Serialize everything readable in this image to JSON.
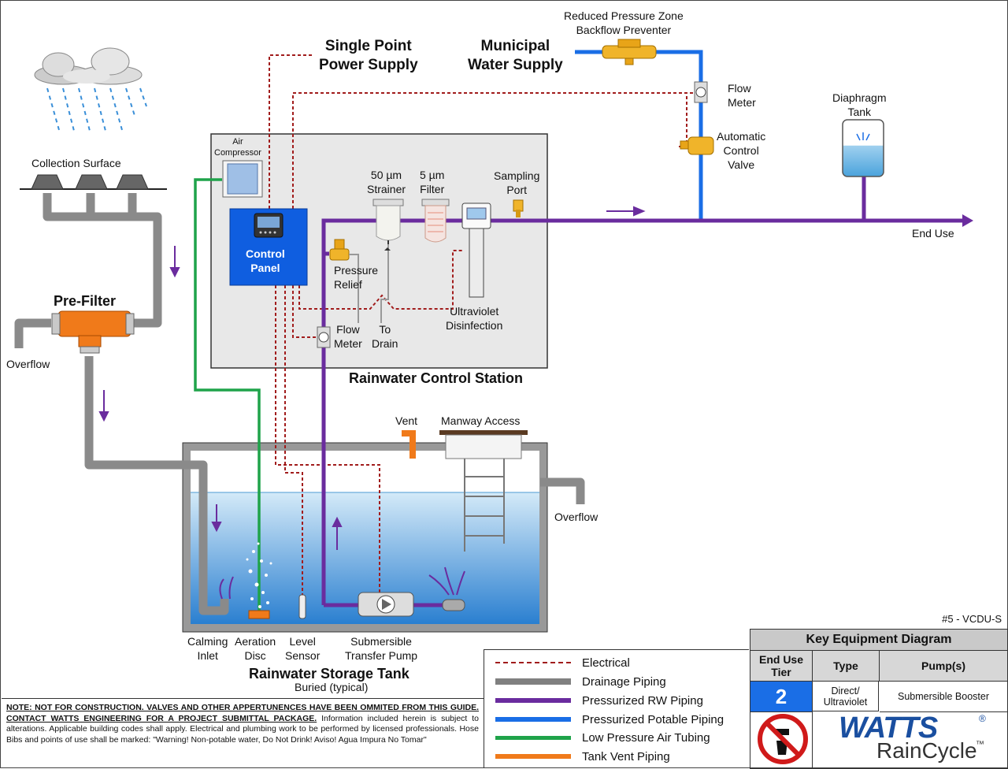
{
  "diagram_code": "#5 - VCDU-S",
  "labels": {
    "collection_surface": "Collection Surface",
    "pre_filter": "Pre-Filter",
    "overflow_left": "Overflow",
    "single_point_power_line1": "Single Point",
    "single_point_power_line2": "Power Supply",
    "municipal_line1": "Municipal",
    "municipal_line2": "Water Supply",
    "rpz_line1": "Reduced Pressure Zone",
    "rpz_line2": "Backflow Preventer",
    "flow_meter_top_line1": "Flow",
    "flow_meter_top_line2": "Meter",
    "auto_valve_line1": "Automatic",
    "auto_valve_line2": "Control",
    "auto_valve_line3": "Valve",
    "diaphragm_line1": "Diaphragm",
    "diaphragm_line2": "Tank",
    "end_use": "End Use",
    "air_compressor_line1": "Air",
    "air_compressor_line2": "Compressor",
    "control_panel_line1": "Control",
    "control_panel_line2": "Panel",
    "strainer_line1": "50 µm",
    "strainer_line2": "Strainer",
    "filter_line1": "5 µm",
    "filter_line2": "Filter",
    "sampling_line1": "Sampling",
    "sampling_line2": "Port",
    "pressure_relief_line1": "Pressure",
    "pressure_relief_line2": "Relief",
    "to_drain_line1": "To",
    "to_drain_line2": "Drain",
    "uv_line1": "Ultraviolet",
    "uv_line2": "Disinfection",
    "flow_meter_station_line1": "Flow",
    "flow_meter_station_line2": "Meter",
    "control_station": "Rainwater Control Station",
    "vent": "Vent",
    "manway": "Manway Access",
    "overflow_right": "Overflow",
    "calming_line1": "Calming",
    "calming_line2": "Inlet",
    "aeration_line1": "Aeration",
    "aeration_line2": "Disc",
    "level_line1": "Level",
    "level_line2": "Sensor",
    "pump_line1": "Submersible",
    "pump_line2": "Transfer Pump",
    "storage_tank": "Rainwater Storage Tank",
    "buried": "Buried (typical)"
  },
  "note": {
    "bold": "NOTE: NOT FOR CONSTRUCTION.  VALVES AND OTHER APPERTUNENCES HAVE BEEN OMMITED FROM THIS GUIDE.  CONTACT WATTS ENGINEERING FOR A PROJECT SUBMITTAL PACKAGE.",
    "text": " Information included herein is subject to alterations.  Applicable building codes shall apply. Electrical and plumbing work to be performed by licensed professionals. Hose Bibs and points of use shall be marked: \"Warning! Non-potable water, Do Not Drink! Aviso! Agua Impura No Tomar\""
  },
  "legend": [
    {
      "label": "Electrical",
      "color": "#a11c1c",
      "style": "dashed"
    },
    {
      "label": "Drainage Piping",
      "color": "#808080",
      "style": "solid"
    },
    {
      "label": "Pressurized RW Piping",
      "color": "#6a2c9e",
      "style": "solid"
    },
    {
      "label": "Pressurized Potable Piping",
      "color": "#1a6ee6",
      "style": "solid"
    },
    {
      "label": "Low Pressure Air Tubing",
      "color": "#1fa34a",
      "style": "solid"
    },
    {
      "label": "Tank Vent Piping",
      "color": "#f07a1a",
      "style": "solid"
    }
  ],
  "key_diagram": {
    "title": "Key Equipment Diagram",
    "headers": [
      "End Use Tier",
      "Type",
      "Pump(s)"
    ],
    "tier": "2",
    "type": "Direct/ Ultraviolet",
    "pumps": "Submersible Booster"
  },
  "brand": {
    "name": "WATTS",
    "product": "RainCycle",
    "trademark": "™",
    "registered": "®"
  },
  "colors": {
    "electrical": "#a11c1c",
    "drainage": "#808080",
    "rw": "#6a2c9e",
    "potable": "#1a6ee6",
    "air": "#1fa34a",
    "vent": "#f07a1a",
    "panel": "#0f5ee0",
    "watts_blue": "#1a4fa0"
  }
}
